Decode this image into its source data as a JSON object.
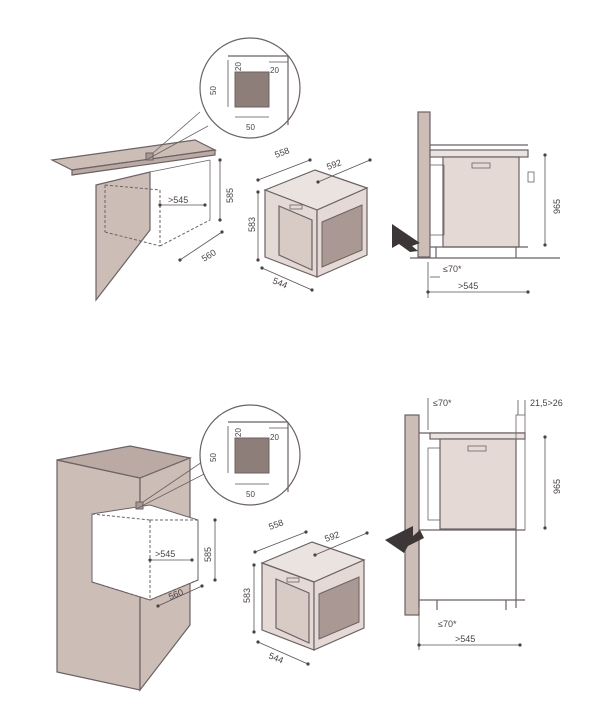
{
  "top": {
    "cabinet": {
      "height_label": "585",
      "width_label": "560",
      "depth_label": ">545"
    },
    "inset": {
      "top_label": "20",
      "right_label": "20",
      "height_label": "50",
      "width_label": "50"
    },
    "oven": {
      "depth_label": "558",
      "width_label": "592",
      "height_label": "583",
      "front_label": "544"
    },
    "side": {
      "height_label": "965",
      "gap_label": "≤70*",
      "depth_label": ">545"
    }
  },
  "bottom": {
    "cabinet": {
      "height_label": "585",
      "width_label": "560",
      "depth_label": ">545"
    },
    "inset": {
      "top_label": "20",
      "right_label": "20",
      "height_label": "50",
      "width_label": "50"
    },
    "oven": {
      "depth_label": "558",
      "width_label": "592",
      "height_label": "583",
      "front_label": "544"
    },
    "side": {
      "height_label": "965",
      "top_gap_label": "≤70*",
      "right_gap_label": "21,5>26",
      "gap_label": "≤70*",
      "depth_label": ">545"
    }
  },
  "colors": {
    "wall": "#cdbdb7",
    "wall_dark": "#bba9a3",
    "line": "#6b6264",
    "oven": "#e4d9d5"
  }
}
